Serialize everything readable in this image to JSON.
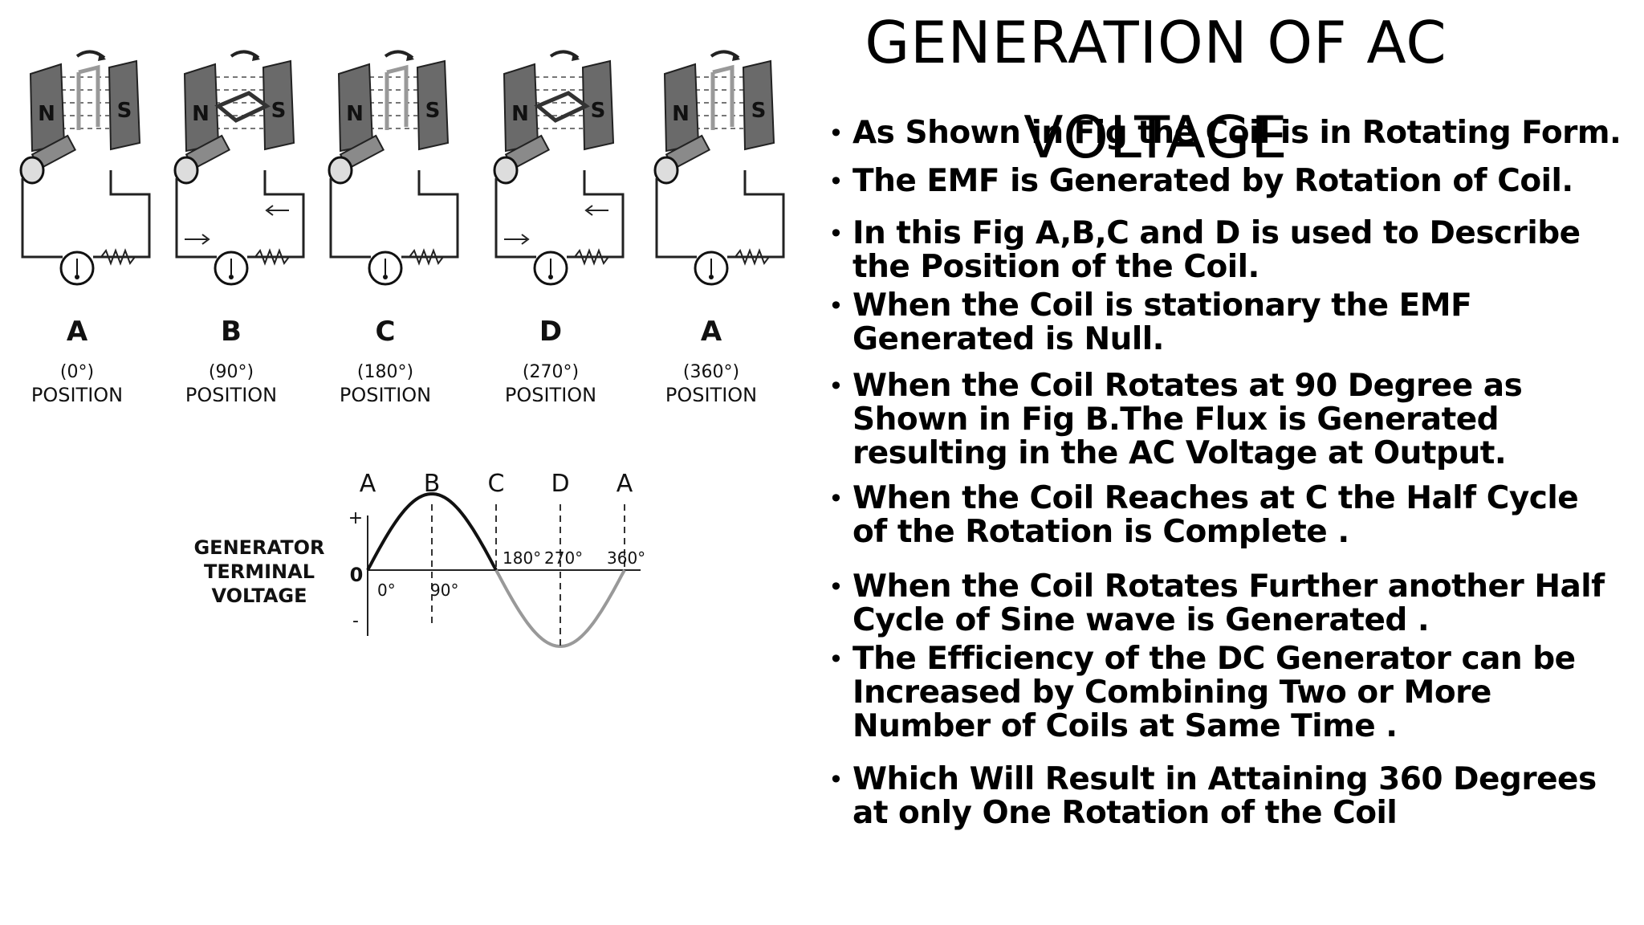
{
  "slide": {
    "title": "GENERATION OF AC VOLTAGE",
    "bullets": [
      "As Shown in Fig the Coil is in Rotating Form.",
      "The EMF is Generated by Rotation of Coil.",
      "In this Fig A,B,C and D is used to Describe the Position of the Coil.",
      "When the Coil is stationary the EMF Generated is Null.",
      "When the Coil Rotates at 90 Degree as Shown in Fig B.The Flux is Generated resulting in the AC Voltage at Output.",
      "When the Coil Reaches at C the Half Cycle of the Rotation is Complete .",
      "When the Coil Rotates Further another Half Cycle of Sine wave is Generated .",
      "The Efficiency of the DC Generator can be Increased by Combining Two or More Number of Coils at Same Time .",
      "Which Will Result in Attaining 360 Degrees at only One Rotation of the Coil"
    ]
  },
  "figure": {
    "panels": [
      {
        "letter": "A",
        "angle": "(0°)",
        "caption": "POSITION"
      },
      {
        "letter": "B",
        "angle": "(90°)",
        "caption": "POSITION"
      },
      {
        "letter": "C",
        "angle": "(180°)",
        "caption": "POSITION"
      },
      {
        "letter": "D",
        "angle": "(270°)",
        "caption": "POSITION"
      },
      {
        "letter": "A",
        "angle": "(360°)",
        "caption": "POSITION"
      }
    ],
    "magnet_labels": {
      "north": "N",
      "south": "S"
    },
    "waveform": {
      "label_lines": [
        "GENERATOR",
        "TERMINAL",
        "VOLTAGE"
      ],
      "top_letters": [
        "A",
        "B",
        "C",
        "D",
        "A"
      ],
      "plus": "+",
      "minus": "-",
      "zero": "0",
      "angle_labels": [
        "0°",
        "90°",
        "180°",
        "270°",
        "360°"
      ]
    }
  }
}
